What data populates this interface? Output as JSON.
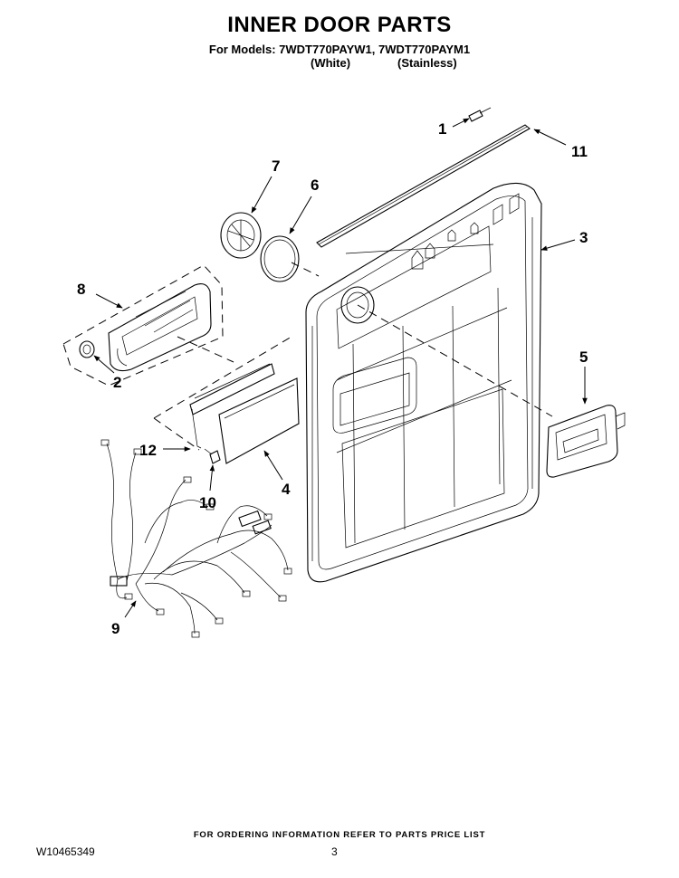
{
  "header": {
    "title": "INNER DOOR PARTS",
    "models_line": "For Models: 7WDT770PAYW1, 7WDT770PAYM1",
    "variant_white": "(White)",
    "variant_stainless": "(Stainless)"
  },
  "callouts": {
    "c1": "1",
    "c2": "2",
    "c3": "3",
    "c4": "4",
    "c5": "5",
    "c6": "6",
    "c7": "7",
    "c8": "8",
    "c9": "9",
    "c10": "10",
    "c11": "11",
    "c12": "12"
  },
  "footer": {
    "ordering_note": "FOR ORDERING INFORMATION REFER TO PARTS PRICE LIST",
    "document_number": "W10465349",
    "page_number": "3"
  },
  "icons": {
    "leader_arrow": "arrow-head"
  }
}
